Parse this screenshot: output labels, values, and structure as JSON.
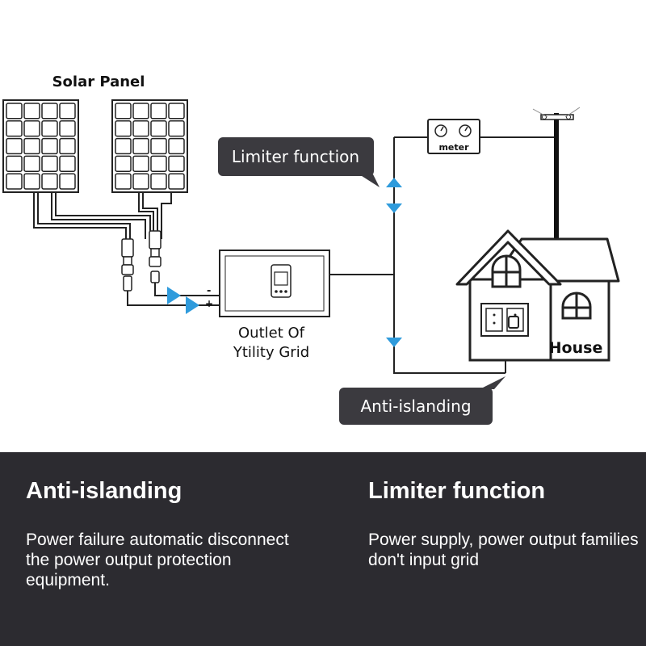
{
  "diagram": {
    "solar_panel_label": "Solar Panel",
    "limiter_callout": "Limiter function",
    "meter_label": "meter",
    "inverter_label_line1": "Outlet Of",
    "inverter_label_line2": "Ytility Grid",
    "house_label": "House",
    "anti_islanding_callout": "Anti-islanding",
    "minus_sign": "-",
    "plus_sign": "+",
    "accent_color": "#2f9bdc",
    "callout_color": "#3b3a3f"
  },
  "info": {
    "left_title": "Anti-islanding",
    "left_text": "Power failure automatic disconnect the power output protection equipment.",
    "right_title": "Limiter function",
    "right_text": "Power supply, power output families don't input grid"
  }
}
